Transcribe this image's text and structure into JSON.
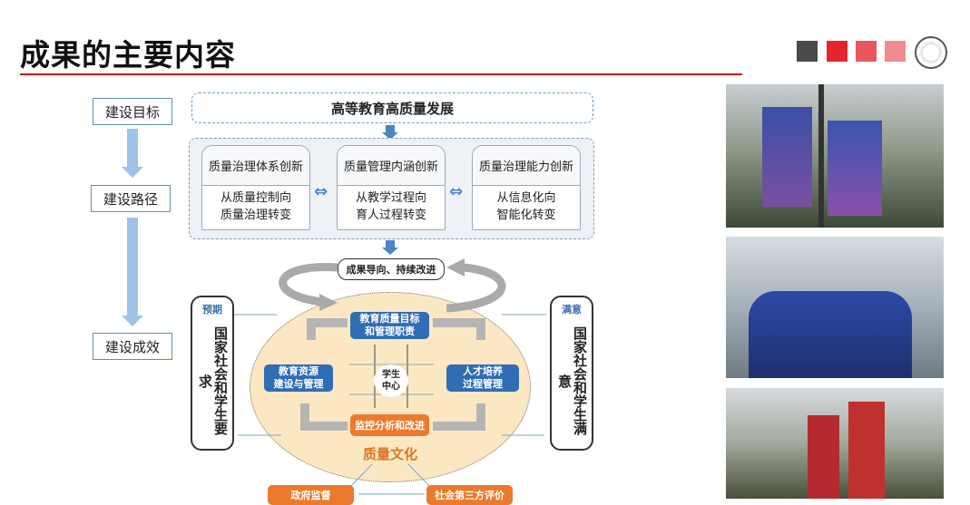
{
  "slide": {
    "title": "成果的主要内容",
    "colors": {
      "accent_red": "#c8161d",
      "square_1": "#4a4a4c",
      "square_2": "#e4252d",
      "square_3": "#e8575c",
      "square_4": "#f08c8e",
      "blue": "#2f6db5",
      "orange": "#ec7a2c",
      "ellipse_fill": "#fbe8c3"
    },
    "logo_icon": "university-seal-icon"
  },
  "stages": [
    "建设目标",
    "建设路径",
    "建设成效"
  ],
  "diagram": {
    "goal": "高等教育高质量发展",
    "innovations": [
      {
        "title": "质量治理体系创新",
        "line1": "从质量控制向",
        "line2": "质量治理转变"
      },
      {
        "title": "质量管理内涵创新",
        "line1": "从教学过程向",
        "line2": "育人过程转变"
      },
      {
        "title": "质量治理能力创新",
        "line1": "从信息化向",
        "line2": "智能化转变"
      }
    ],
    "cycle_label": "成果导向、持续改进",
    "left_side": {
      "tag": "预期",
      "text": "国家社会和学生要求"
    },
    "right_side": {
      "tag": "满意",
      "text": "国家社会和学生满意"
    },
    "top_box": {
      "line1": "教育质量目标",
      "line2": "和管理职责"
    },
    "left_box": {
      "line1": "教育资源",
      "line2": "建设与管理"
    },
    "right_box": {
      "line1": "人才培养",
      "line2": "过程管理"
    },
    "bottom_box": "监控分析和改进",
    "center": {
      "line1": "学生",
      "line2": "中心"
    },
    "culture": "质量文化",
    "external": [
      "政府监督",
      "社会第三方评价"
    ]
  },
  "photos": [
    "campus-banners-photo",
    "graduation-caps-photo",
    "red-banners-photo"
  ]
}
